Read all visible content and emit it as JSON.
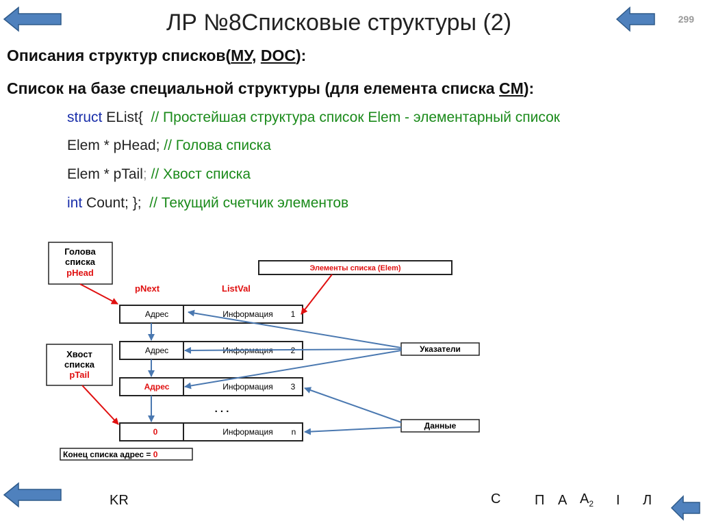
{
  "slide": {
    "title": "ЛР №8Списковые структуры (2)",
    "page_number": "299",
    "heading1": {
      "prefix": "Описания структур списков(",
      "link1": "МУ",
      "sep": ", ",
      "link2": "DOC",
      "suffix": "):"
    },
    "heading2": {
      "prefix": "Список на базе специальной структуры (для елемента списка ",
      "link": "CM",
      "suffix": "):"
    }
  },
  "code": {
    "line1": {
      "kw": "struct",
      "text": " EList{  ",
      "comment": "// Простейшая структура список Elem - элементарный список"
    },
    "line2": {
      "text": "Elem * pHead; ",
      "comment": "// Голова списка"
    },
    "line3": {
      "text": "Elem * pTail",
      "semi": ";",
      "comment": " // Хвост списка"
    },
    "line4": {
      "kw": "int",
      "text": " Count; };  ",
      "comment": "// Текущий счетчик элементов"
    }
  },
  "diagram": {
    "head_box": [
      "Голова",
      "списка",
      "pHead"
    ],
    "tail_box": [
      "Хвост",
      "списка",
      "pTail"
    ],
    "elements_label": "Элементы списка (Elem)",
    "col_pnext": "pNext",
    "col_listval": "ListVal",
    "rows": [
      {
        "addr": "Адрес",
        "info": "Информация",
        "n": "1"
      },
      {
        "addr": "Адрес",
        "info": "Информация",
        "n": "2"
      },
      {
        "addr": "Адрес",
        "info": "Информация",
        "n": "3"
      },
      {
        "addr": "0",
        "info": "Информация",
        "n": "n"
      }
    ],
    "ellipsis": ". . .",
    "pointers_label": "Указатели",
    "data_label": "Данные",
    "end_note_prefix": "Конец списка адрес = ",
    "end_note_value": "0",
    "colors": {
      "red": "#e01010",
      "blue": "#4a78b0",
      "nav_arrow": "#4f81bd"
    }
  },
  "footer": {
    "kr": "KR",
    "links": [
      "С",
      "П",
      "А",
      "А",
      "2",
      "I",
      "Л"
    ]
  }
}
